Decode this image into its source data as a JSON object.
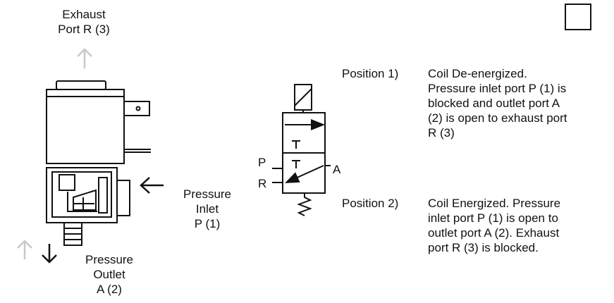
{
  "labels": {
    "exhaust_line1": "Exhaust",
    "exhaust_line2": "Port R (3)",
    "pressure_inlet_line1": "Pressure",
    "pressure_inlet_line2": "Inlet",
    "pressure_inlet_line3": "P (1)",
    "pressure_outlet_line1": "Pressure",
    "pressure_outlet_line2": "Outlet",
    "pressure_outlet_line3": "A (2)",
    "symbol_p": "P",
    "symbol_r": "R",
    "symbol_a": "A"
  },
  "positions": [
    {
      "title": "Position 1)",
      "lines": [
        "Coil De-energized.",
        "Pressure inlet port P (1) is",
        "blocked and outlet port A",
        "(2) is open to exhaust port",
        "R (3)"
      ]
    },
    {
      "title": "Position 2)",
      "lines": [
        "Coil Energized. Pressure",
        "inlet port P (1) is open to",
        "outlet port A (2). Exhaust",
        "port R (3) is blocked."
      ]
    }
  ],
  "colors": {
    "line": "#111111",
    "faded_arrow": "#c8c8c8"
  }
}
